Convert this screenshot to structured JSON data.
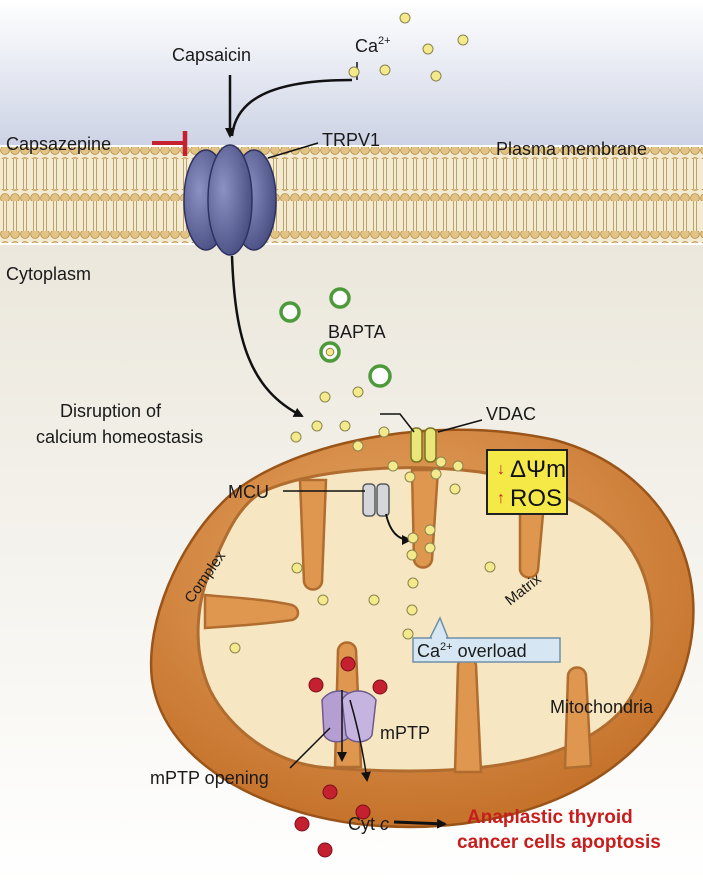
{
  "labels": {
    "capsaicin": "Capsaicin",
    "ca_ion": "Ca",
    "ca_sup": "2+",
    "capsazepine": "Capsazepine",
    "trpv1": "TRPV1",
    "plasma_membrane": "Plasma membrane",
    "cytoplasm": "Cytoplasm",
    "bapta": "BAPTA",
    "disruption_line1": "Disruption of",
    "disruption_line2": "calcium homeostasis",
    "vdac": "VDAC",
    "mcu": "MCU",
    "complex": "Complex",
    "matrix": "Matrix",
    "ca_overload_prefix": "Ca",
    "ca_overload_sup": "2+",
    "ca_overload_suffix": " overload",
    "mitochondria": "Mitochondria",
    "mptp": "mPTP",
    "mptp_opening": "mPTP opening",
    "cyt": "Cyt",
    "cyt_c": "c",
    "outcome_line1": "Anaplastic thyroid",
    "outcome_line2": "cancer cells apoptosis",
    "box_line1": "ΔΨm",
    "box_line2": "ROS"
  },
  "colors": {
    "outer_top": "#ccd2e4",
    "cytoplasm": "#ede9df",
    "membrane_head": "#e3c383",
    "channel": "#5b6098",
    "mito_outer": "#cd782c",
    "mito_inner": "#f6e6c1",
    "ca_dot": "#f4e98b",
    "cyt_dot": "#c42030",
    "inhibitor": "#c42030",
    "box_fill": "#f5e948",
    "callout_fill": "#d6e7f3",
    "mptp": "#b59fd2",
    "outcome_text": "#c81d1d"
  },
  "icons": {
    "trpv1": "channel-icon",
    "vdac": "vdac-icon",
    "mcu": "mcu-icon",
    "mptp": "pore-icon"
  }
}
